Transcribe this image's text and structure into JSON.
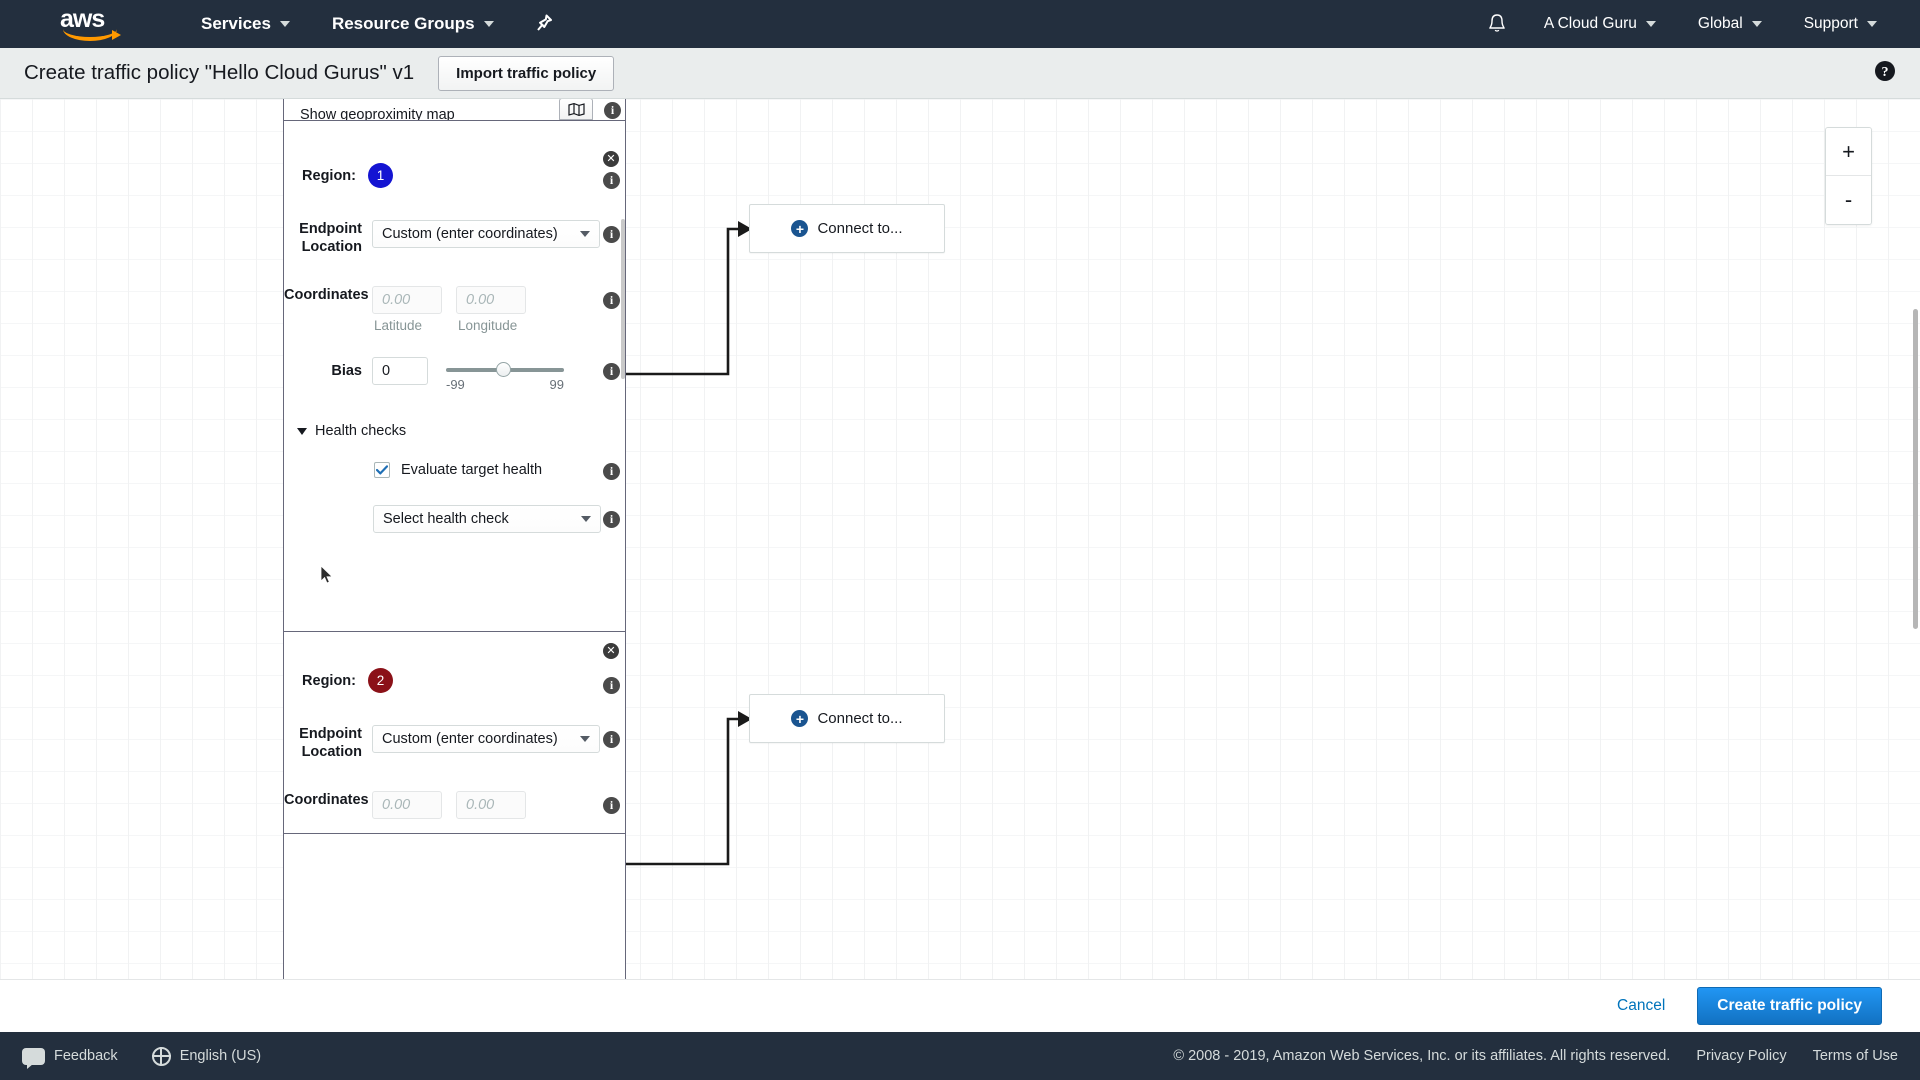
{
  "topnav": {
    "logo_text": "aws",
    "items": [
      {
        "label": "Services",
        "icon": "chevron-down-icon"
      },
      {
        "label": "Resource Groups",
        "icon": "chevron-down-icon"
      }
    ],
    "pin_icon": "pin-icon",
    "bell_icon": "bell-icon",
    "right_items": [
      {
        "label": "A Cloud Guru"
      },
      {
        "label": "Global"
      },
      {
        "label": "Support"
      }
    ]
  },
  "header": {
    "title": "Create traffic policy \"Hello Cloud Gurus\" v1",
    "import_button": "Import traffic policy",
    "help_icon": "help-circle-icon"
  },
  "form": {
    "show_map_label": "Show geoproximity map",
    "map_toggle_icon": "map-icon",
    "regions": [
      {
        "region_label": "Region:",
        "badge_number": "1",
        "badge_color": "#1414d2",
        "endpoint_label": "Endpoint Location",
        "endpoint_value": "Custom (enter coordinates)",
        "coordinates_label": "Coordinates",
        "latitude_placeholder": "0.00",
        "longitude_placeholder": "0.00",
        "latitude_sublabel": "Latitude",
        "longitude_sublabel": "Longitude",
        "bias_label": "Bias",
        "bias_value": "0",
        "bias_min": "-99",
        "bias_max": "99",
        "health_section_title": "Health checks",
        "evaluate_target_health_label": "Evaluate target health",
        "evaluate_target_health_checked": true,
        "health_check_select": "Select health check"
      },
      {
        "region_label": "Region:",
        "badge_number": "2",
        "badge_color": "#8b1118",
        "endpoint_label": "Endpoint Location",
        "endpoint_value": "Custom (enter coordinates)",
        "coordinates_label": "Coordinates",
        "latitude_placeholder": "0.00",
        "longitude_placeholder": "0.00"
      }
    ]
  },
  "canvas": {
    "nodes": [
      {
        "label": "Connect to...",
        "icon": "plus-circle-icon"
      },
      {
        "label": "Connect to...",
        "icon": "plus-circle-icon"
      }
    ],
    "zoom_in": "+",
    "zoom_out": "-"
  },
  "actions": {
    "cancel": "Cancel",
    "create": "Create traffic policy"
  },
  "footer": {
    "feedback": "Feedback",
    "language": "English (US)",
    "copyright": "© 2008 - 2019, Amazon Web Services, Inc. or its affiliates. All rights reserved.",
    "privacy": "Privacy Policy",
    "terms": "Terms of Use"
  },
  "colors": {
    "nav_bg": "#232f3e",
    "accent_blue": "#0073bb",
    "primary_button": "#1272c2"
  }
}
